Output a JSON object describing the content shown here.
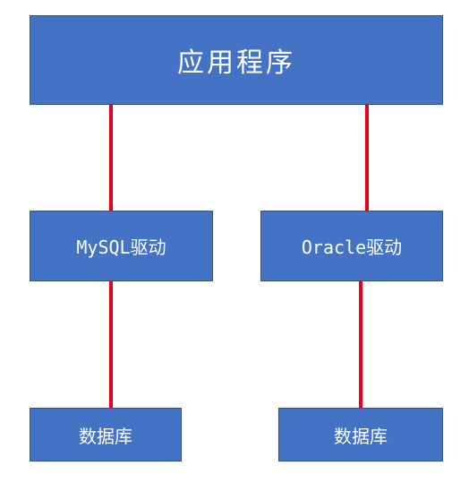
{
  "diagram": {
    "app_label": "应用程序",
    "drivers": [
      {
        "label": "MySQL驱动"
      },
      {
        "label": "Oracle驱动"
      }
    ],
    "databases": [
      {
        "label": "数据库"
      },
      {
        "label": "数据库"
      }
    ],
    "colors": {
      "box_fill": "#4472c4",
      "box_border": "#2f528f",
      "connector": "#e8001c",
      "text": "#ffffff"
    }
  }
}
